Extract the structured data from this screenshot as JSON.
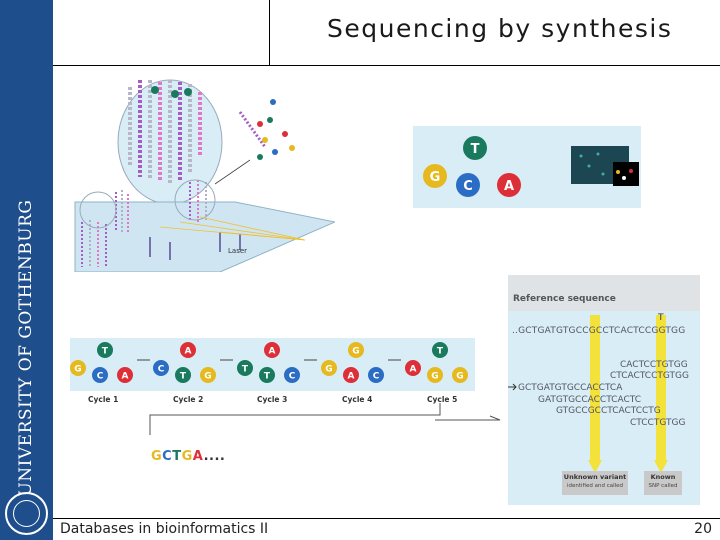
{
  "slide": {
    "title": "Sequencing by synthesis",
    "footer": "Databases in bioinformatics II",
    "page_number": "20",
    "university": "UNIVERSITY OF GOTHENBURG"
  },
  "flowcell": {
    "laser_label": "Laser"
  },
  "cycles": {
    "labels": [
      "Cycle 1",
      "Cycle 2",
      "Cycle 3",
      "Cycle 4",
      "Cycle 5"
    ],
    "bases": [
      [
        "T",
        "G",
        "C",
        "A"
      ],
      [
        "A",
        "C",
        "T",
        "G"
      ],
      [
        "A",
        "T",
        "T",
        "C"
      ],
      [
        "G",
        "G",
        "A",
        "C"
      ],
      [
        "T",
        "A",
        "G",
        "G"
      ]
    ],
    "read": [
      "G",
      "C",
      "T",
      "G",
      "A"
    ],
    "read_suffix": "...."
  },
  "alignment": {
    "header": "Reference sequence",
    "variant_letter": "T",
    "reference": "..GCTGATGTGCCGCCTCACTCCGGTGG",
    "reads": [
      "CACTCCTGTGG",
      "CTCACTCCTGTGG",
      "GCTGATGTGCCACCTCA",
      "GATGTGCCACCTCACTC",
      "GTGCCGCCTCACTCCTG",
      "CTCCTGTGG"
    ],
    "box1_title": "Unknown variant",
    "box1_sub": "identified and called",
    "box2_title": "Known",
    "box2_sub": "SNP called"
  },
  "colors": {
    "sidebar": "#1f4e8c",
    "base_T": "#1a7a5e",
    "base_G": "#e6b91e",
    "base_C": "#2b6cc4",
    "base_A": "#dd2f37",
    "panel_bg": "#d8edf6",
    "highlight": "#f2e23a"
  }
}
